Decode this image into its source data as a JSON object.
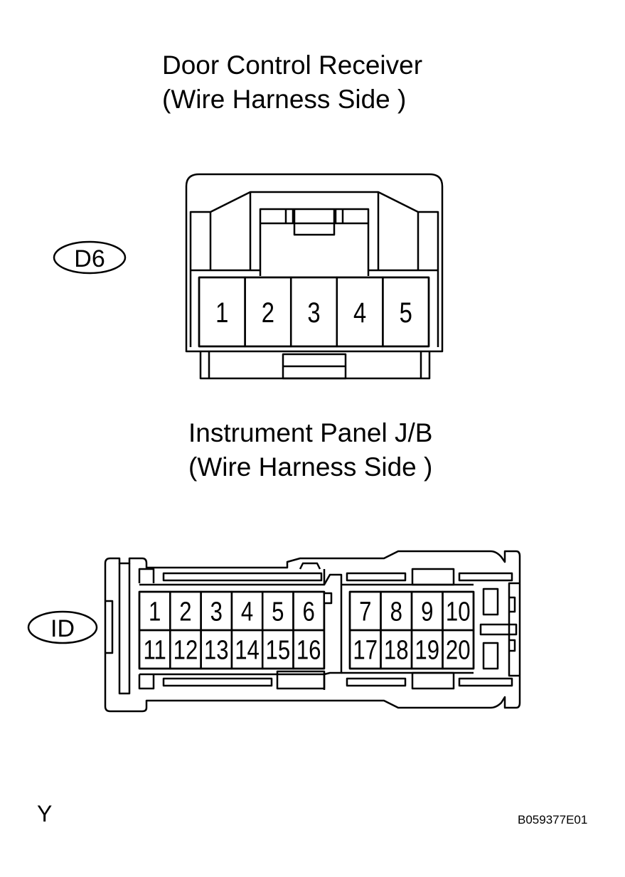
{
  "connector1": {
    "title_line1": "Door Control Receiver",
    "title_line2": "(Wire Harness Side )",
    "code": "D6",
    "pins": [
      "1",
      "2",
      "3",
      "4",
      "5"
    ]
  },
  "connector2": {
    "title_line1": "Instrument Panel J/B",
    "title_line2": "(Wire Harness Side )",
    "code": "ID",
    "pins_left_top": [
      "1",
      "2",
      "3",
      "4",
      "5",
      "6"
    ],
    "pins_left_bottom": [
      "11",
      "12",
      "13",
      "14",
      "15",
      "16"
    ],
    "pins_right_top": [
      "7",
      "8",
      "9",
      "10"
    ],
    "pins_right_bottom": [
      "17",
      "18",
      "19",
      "20"
    ]
  },
  "footer": {
    "left_mark": "Y",
    "figure_id": "B059377E01"
  }
}
